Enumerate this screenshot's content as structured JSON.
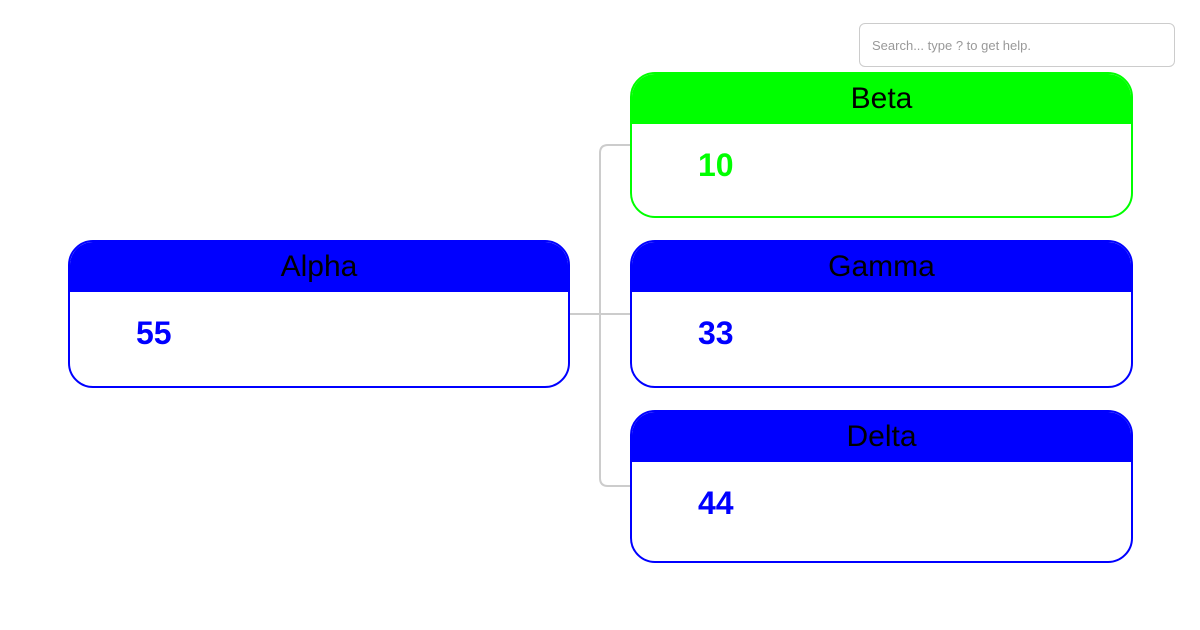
{
  "search": {
    "placeholder": "Search... type ? to get help."
  },
  "ui": {
    "background": "#ffffff",
    "search_border_color": "#cccccc",
    "search_placeholder_color": "#999999",
    "header_text_color": "#000000"
  },
  "diagram": {
    "connector_color": "#cccccc",
    "root": {
      "title": "Alpha",
      "value": "55",
      "color": "#0000ff"
    },
    "children": [
      {
        "title": "Beta",
        "value": "10",
        "color": "#00ff00"
      },
      {
        "title": "Gamma",
        "value": "33",
        "color": "#0000ff"
      },
      {
        "title": "Delta",
        "value": "44",
        "color": "#0000ff"
      }
    ]
  }
}
